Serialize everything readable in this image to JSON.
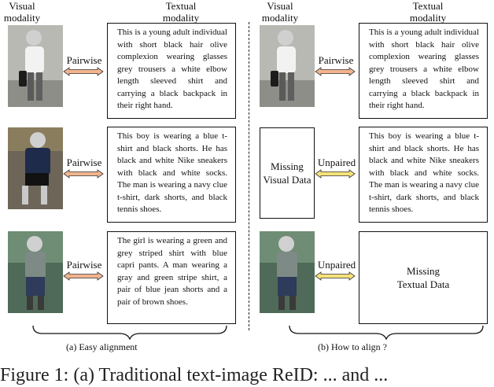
{
  "headers": {
    "left_visual": "Visual\nmodality",
    "left_textual": "Textual\nmodality",
    "right_visual": "Visual\nmodality",
    "right_textual": "Textual\nmodality"
  },
  "left_panel": {
    "rows": [
      {
        "relation": "Pairwise",
        "description": "This is a young adult individual with short black hair olive complexion wearing glasses grey trousers a white elbow length sleeved shirt and carrying a black backpack in their right hand."
      },
      {
        "relation": "Pairwise",
        "description": "This boy is wearing a blue t-shirt and black shorts. He has black and white Nike sneakers with black and white socks. The man is wearing a navy clue t-shirt, dark shorts, and black tennis shoes."
      },
      {
        "relation": "Pairwise",
        "description": "The girl is wearing a green and grey striped shirt with blue capri pants. A man wearing a gray and green stripe shirt, a pair of blue jean shorts and a pair of brown shoes."
      }
    ],
    "caption": "(a)  Easy alignment"
  },
  "right_panel": {
    "rows": [
      {
        "relation": "Pairwise",
        "description": "This is a young adult individual with short black hair olive complexion wearing glasses grey trousers a white elbow length sleeved shirt and carrying a black backpack in their right hand."
      },
      {
        "relation": "Unpaired",
        "missing_visual": "Missing\nVisual Data",
        "description": "This boy is wearing a blue t-shirt and black shorts. He has black and white Nike sneakers with black and white socks. The man is wearing a navy clue t-shirt, dark shorts, and black tennis shoes."
      },
      {
        "relation": "Unpaired",
        "missing_textual": "Missing\nTextual Data"
      }
    ],
    "caption": "(b)  How to align ?"
  },
  "bottom_text": "Figure 1: (a) Traditional text-image ReID: ... and ...",
  "colors": {
    "pairwise_arrow": "#f2b48e",
    "unpaired_arrow": "#f6e27a",
    "arrow_stroke": "#333333"
  }
}
